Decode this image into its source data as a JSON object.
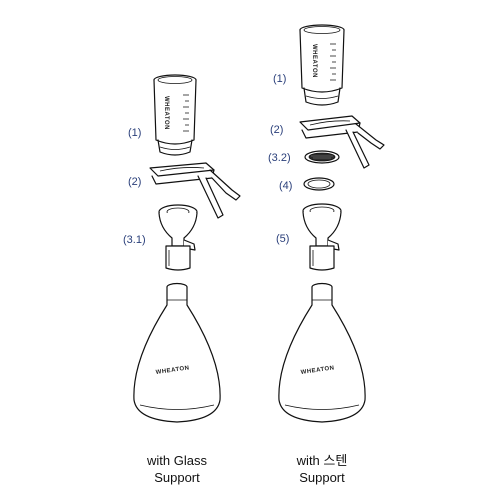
{
  "left_assembly": {
    "labels": {
      "funnel": "(1)",
      "clamp": "(2)",
      "support": "(3.1)"
    },
    "funnel_brand": "WHEATON",
    "flask_brand": "WHEATON",
    "caption_line1": "with Glass",
    "caption_line2": "Support"
  },
  "right_assembly": {
    "labels": {
      "funnel": "(1)",
      "clamp": "(2)",
      "screen": "(3.2)",
      "gasket": "(4)",
      "base": "(5)"
    },
    "funnel_brand": "WHEATON",
    "flask_brand": "WHEATON",
    "caption_line1": "with 스텐",
    "caption_line2": "Support"
  },
  "colors": {
    "label_text": "#2a3f7a",
    "line": "#111111",
    "background": "#ffffff"
  }
}
